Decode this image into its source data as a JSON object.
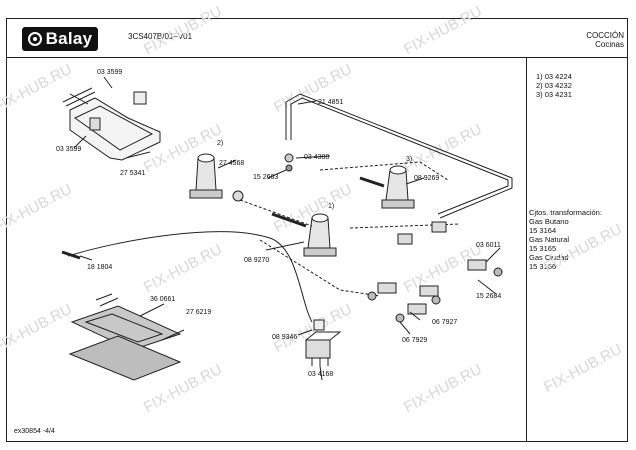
{
  "header": {
    "brand": "Balay",
    "doc_code": "3CS407B/01–V01",
    "category_main": "COCCIÓN",
    "category_sub": "Cocinas"
  },
  "footer": {
    "page": "ex30854   -4/4"
  },
  "legend": {
    "items": [
      "1)  03 4224",
      "2)  03 4232",
      "3)  03 4231"
    ]
  },
  "conversion": {
    "title": "Cjtos. transformación:",
    "lines": [
      "Gas Butano",
      "15 3164",
      "Gas Natural",
      "15 3165",
      "Gas Ciudad",
      "15 3166"
    ]
  },
  "watermark": "FIX-HUB.RU",
  "part_labels": {
    "p033599a": "03 3599",
    "p033599b": "03 3599",
    "p275341": "27 5341",
    "p214851": "21 4851",
    "p274568": "27 4568",
    "p034308": "03 4308",
    "p152683": "15 2683",
    "p089269": "08 9269",
    "p181804": "18 1804",
    "p089270": "08 9270",
    "p036011": "03 6011",
    "p360661": "36 0661",
    "p276219": "27 6219",
    "p152684": "15 2684",
    "p067927": "06 7927",
    "p089346": "08 9346",
    "p067929": "06 7929",
    "p034168": "03 4168",
    "m1": "1)",
    "m2": "2)",
    "m3": "3)"
  }
}
